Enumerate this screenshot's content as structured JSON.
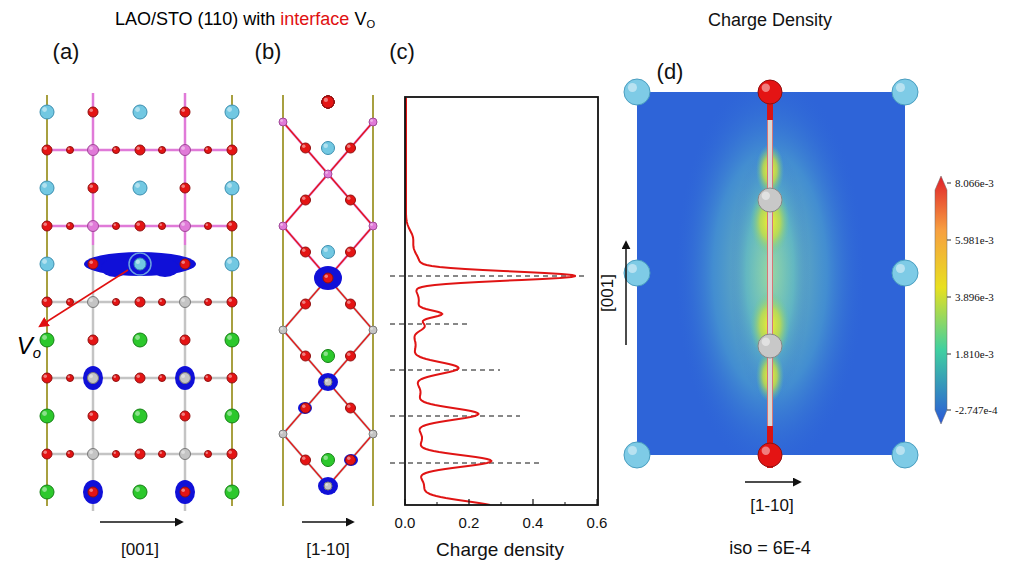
{
  "diagram": {
    "labels": [
      "LAO/STO (110) with",
      "interface",
      "V",
      "O",
      "Charge Density",
      "(a)",
      "(b)",
      "(c)",
      "(d)",
      "V",
      "o",
      "[001]",
      "[1-10]",
      "0.0",
      "0.2",
      "0.4",
      "0.6",
      "Charge density",
      "[001]",
      "[1-10]",
      "iso = 6E-4",
      "8.066e-3",
      "5.981e-3",
      "3.896e-3",
      "1.810e-3",
      "-2.747e-4"
    ]
  }
}
